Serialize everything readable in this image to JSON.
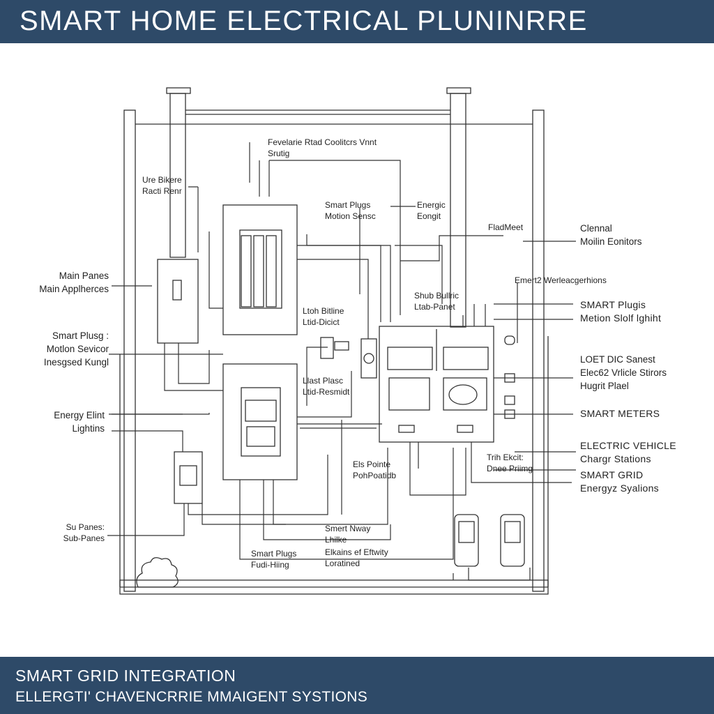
{
  "title": "SMART HOME ELECTRICAL  PLUNINRRE",
  "footer": {
    "line1": "SMART GRID  INTEGRATION",
    "line2": "ELLERGTI' CHAVENCRRIE MMAIGENT SYSTIONS"
  },
  "labels": {
    "top_center": [
      "Fevelarie Rtad Coolitcrs Vnnt",
      "Srutig"
    ],
    "upper_left": [
      "Ure Bikere",
      "Racti Renr"
    ],
    "main_panes": [
      "Main Panes",
      "Main Applherces"
    ],
    "smart_plugs_left": [
      "Smart Plusg :",
      "Motlon Sevicor",
      "Inesgsed Kungl"
    ],
    "energy_lightins": [
      "Energy  Elint",
      "Lightins"
    ],
    "sub_panes": [
      "Su Panes:",
      "Sub-Panes"
    ],
    "smart_plugs_top": [
      "Smart Plugs",
      "Motion Sensc"
    ],
    "energic": [
      "Energic",
      "Eongit"
    ],
    "flad_meet": [
      "FladMeet"
    ],
    "channel_motion": [
      "Clennal",
      "Moilin Eonitors"
    ],
    "sub_panel_mid": [
      "Shub Bullric",
      "Ltab-Panet"
    ],
    "emert": [
      "Emert2 Werleacgerhions"
    ],
    "smart_plugs_right": [
      "SMART Plugis",
      "Metion Slolf lghiht"
    ],
    "loet": [
      "LOET DIC Sanest",
      "Elec62 Vrlicle Stirors",
      "Hugrit Plael"
    ],
    "smart_meters": [
      "SMART METERS"
    ],
    "ev_charging": [
      "ELECTRIC VEHICLE",
      "Chargr Stations"
    ],
    "smart_grid": [
      "SMART GRID",
      "Energyz Syalions"
    ],
    "left_mid1": [
      "Ltoh Bitline",
      "Ltid-Dicict"
    ],
    "left_mid2": [
      "Llast Plasc",
      "Ltid-Resmidt"
    ],
    "eis_pointe": [
      "Els Pointe",
      "PohPoatidb"
    ],
    "trih_ekcit": [
      "Trih Ekcit:",
      "Dnee Priimg"
    ],
    "smert_nway": [
      "Smert Nway",
      "Lhilke"
    ],
    "smart_plugs_bottom": [
      "Smart Plugs",
      "Fudi-Hiing"
    ],
    "elkains": [
      "Elkains ef Eftwity",
      "Loratined"
    ]
  },
  "icons": [
    "breaker-panel-icon",
    "smart-meter-icon",
    "ev-charger-icon",
    "smart-plug-icon",
    "shrub-icon"
  ],
  "colors": {
    "header": "#2e4a68",
    "line": "#333333",
    "background": "#ffffff"
  }
}
